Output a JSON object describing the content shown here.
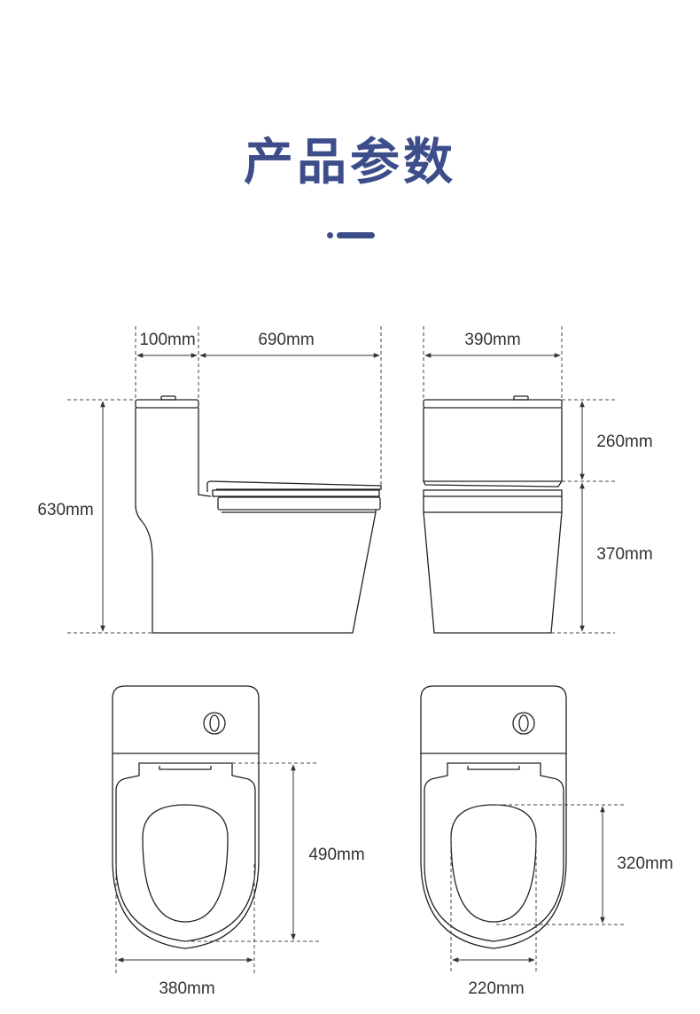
{
  "title": "产品参数",
  "colors": {
    "accent": "#3c4d8a",
    "line": "#222222",
    "dim": "#333333"
  },
  "dimensions": {
    "tank_depth": "100mm",
    "seat_length": "690mm",
    "front_width": "390mm",
    "total_height": "630mm",
    "tank_height": "260mm",
    "seat_height": "370mm",
    "seat_depth": "490mm",
    "seat_width": "380mm",
    "bowl_depth": "320mm",
    "bowl_width": "220mm"
  }
}
